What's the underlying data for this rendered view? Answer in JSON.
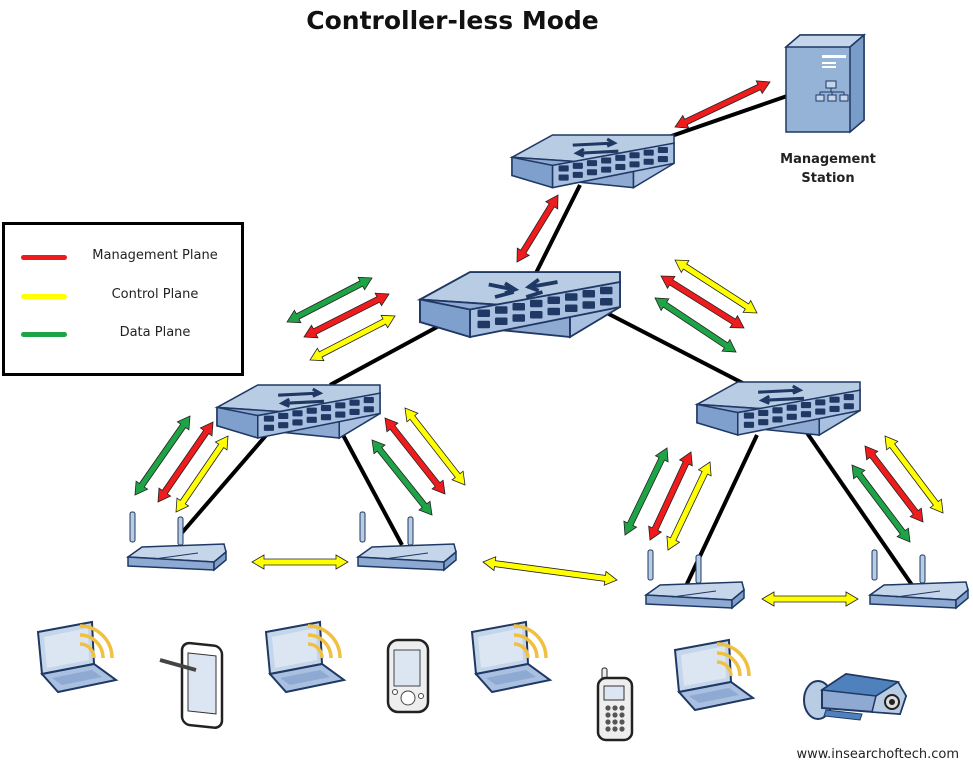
{
  "title": "Controller-less Mode",
  "management_station": {
    "label_line1": "Management",
    "label_line2": "Station"
  },
  "legend": {
    "items": [
      {
        "label": "Management Plane",
        "color": "#ee1c1c"
      },
      {
        "label": "Control Plane",
        "color": "#ffff00"
      },
      {
        "label": "Data Plane",
        "color": "#1fa347"
      }
    ]
  },
  "colors": {
    "management": "#ee1c1c",
    "control": "#ffff00",
    "data": "#1fa347",
    "device_fill": "#b8cce4",
    "device_dark": "#4f81bd",
    "device_outline": "#1f3864",
    "wifi": "#f0c040"
  },
  "nodes": [
    {
      "id": "management-station",
      "type": "server"
    },
    {
      "id": "top-switch",
      "type": "switch"
    },
    {
      "id": "core-switch",
      "type": "router-switch"
    },
    {
      "id": "left-switch",
      "type": "switch"
    },
    {
      "id": "right-switch",
      "type": "switch"
    },
    {
      "id": "ap-1",
      "type": "access-point"
    },
    {
      "id": "ap-2",
      "type": "access-point"
    },
    {
      "id": "ap-3",
      "type": "access-point"
    },
    {
      "id": "ap-4",
      "type": "access-point"
    }
  ],
  "clients": [
    {
      "type": "laptop-wireless"
    },
    {
      "type": "tablet"
    },
    {
      "type": "laptop-wireless"
    },
    {
      "type": "pda"
    },
    {
      "type": "laptop-wireless"
    },
    {
      "type": "cell-phone"
    },
    {
      "type": "laptop-wireless"
    },
    {
      "type": "ip-camera"
    }
  ],
  "credit": "www.insearchoftech.com"
}
